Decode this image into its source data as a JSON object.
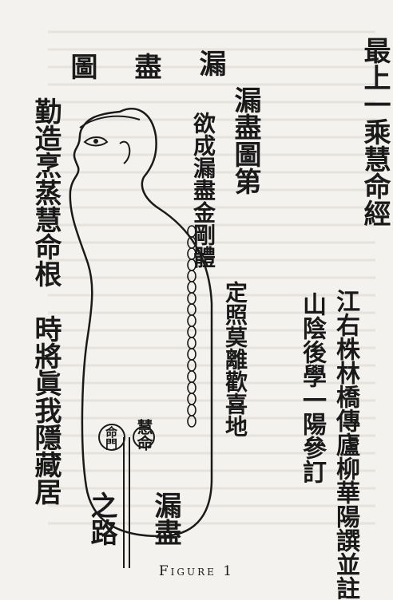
{
  "columns": {
    "right_1": "最上一乘慧命經",
    "right_2": "江右株林橋傳廬柳華陽譔並註",
    "right_3": "山陰後學一陽參訂",
    "mid_1": "漏盡圖第",
    "mid_2a": "欲成漏盡金剛體",
    "mid_2b": "定照莫離歡喜地",
    "top_mid": "漏",
    "top_left": "盡",
    "top_far": "圖",
    "left_1": "勤造烹蒸慧命根",
    "left_2": "時將眞我隱藏居",
    "label_huiming": "慧命",
    "label_mingmen": "命門",
    "bottom_louj": "漏盡",
    "bottom_zhilu": "之路"
  },
  "caption": "Figure 1"
}
